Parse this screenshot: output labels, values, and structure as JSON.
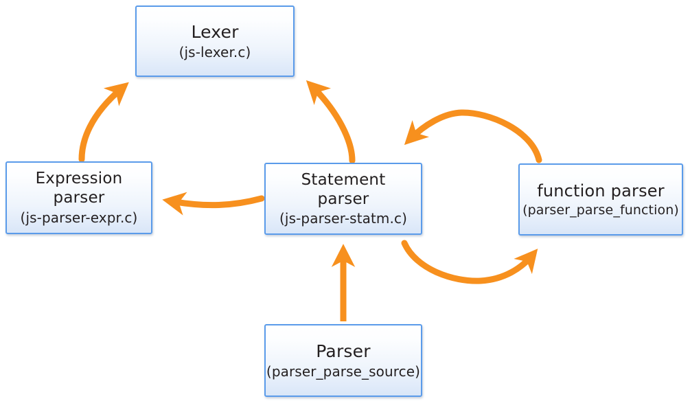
{
  "diagram": {
    "type": "flow-diagram",
    "title": "",
    "background_color": "#ffffff",
    "node_border_color": "#5a9bea",
    "node_fill_top_color": "#ffffff",
    "node_fill_bottom_color": "#d9e6f8",
    "arrow_color": "#f7901e",
    "text_color": "#231f20"
  },
  "nodes": [
    {
      "id": "lexer",
      "title": "Lexer",
      "subtitle": "(js-lexer.c)"
    },
    {
      "id": "expression-parser",
      "title": "Expression\nparser",
      "subtitle": "(js-parser-expr.c)"
    },
    {
      "id": "statement-parser",
      "title": "Statement\nparser",
      "subtitle": "(js-parser-statm.c)"
    },
    {
      "id": "function-parser",
      "title": "function parser",
      "subtitle": "(parser_parse_function)"
    },
    {
      "id": "parser",
      "title": "Parser",
      "subtitle": "(parser_parse_source)"
    }
  ],
  "edges": [
    {
      "id": "expression-parser-to-lexer",
      "from": "expression-parser",
      "to": "lexer",
      "style": "curved"
    },
    {
      "id": "statement-parser-to-lexer",
      "from": "statement-parser",
      "to": "lexer",
      "style": "curved"
    },
    {
      "id": "statement-parser-to-expression-parser",
      "from": "statement-parser",
      "to": "expression-parser",
      "style": "curved"
    },
    {
      "id": "function-parser-to-statement-parser",
      "from": "function-parser",
      "to": "statement-parser",
      "style": "arc-over"
    },
    {
      "id": "statement-parser-to-function-parser",
      "from": "statement-parser",
      "to": "function-parser",
      "style": "arc-under"
    },
    {
      "id": "parser-to-statement-parser",
      "from": "parser",
      "to": "statement-parser",
      "style": "straight"
    }
  ]
}
